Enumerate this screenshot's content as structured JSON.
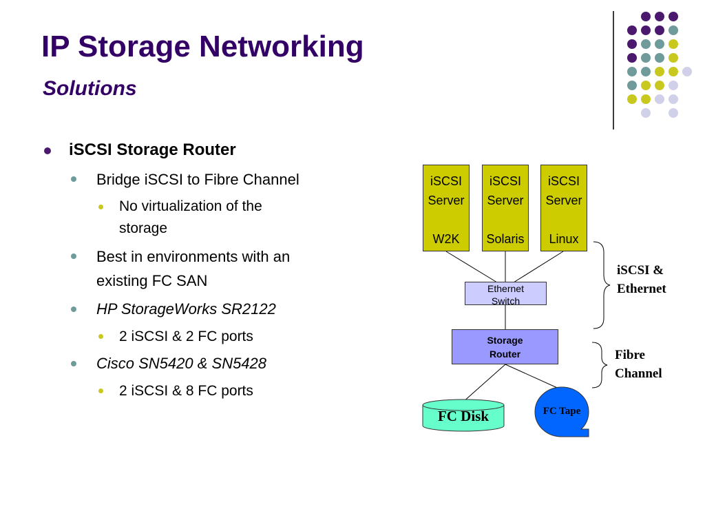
{
  "slide": {
    "title": "IP Storage Networking",
    "subtitle": "Solutions"
  },
  "bullets": {
    "l1_router": "iSCSI Storage Router",
    "l2_bridge": "Bridge iSCSI to Fibre Channel",
    "l3_novirt_a": "No virtualization of the",
    "l3_novirt_b": "storage",
    "l2_best_a": "Best in environments with an",
    "l2_best_b": "existing FC SAN",
    "l2_hp": "HP StorageWorks SR2122",
    "l3_hp_ports": "2 iSCSI & 2 FC ports",
    "l2_cisco": "Cisco SN5420 & SN5428",
    "l3_cisco_ports": "2 iSCSI & 8 FC ports"
  },
  "diagram": {
    "servers": [
      {
        "line1": "iSCSI",
        "line2": "Server",
        "os": "W2K"
      },
      {
        "line1": "iSCSI",
        "line2": "Server",
        "os": "Solaris"
      },
      {
        "line1": "iSCSI",
        "line2": "Server",
        "os": "Linux"
      }
    ],
    "switch_line1": "Ethernet",
    "switch_line2": "Switch",
    "router_line1": "Storage",
    "router_line2": "Router",
    "brace_ethernet_line1": "iSCSI &",
    "brace_ethernet_line2": "Ethernet",
    "brace_fc_line1": "Fibre",
    "brace_fc_line2": "Channel",
    "fc_disk": "FC Disk",
    "fc_tape": "FC Tape"
  },
  "colors": {
    "title": "#330066",
    "server": "#cccc00",
    "switch": "#ccccff",
    "router": "#9999ff",
    "disk": "#66ffcc",
    "tape": "#0066ff",
    "dot_purple": "#4b1a6e",
    "dot_teal": "#6f9b9b",
    "dot_yellow": "#c8c81e",
    "dot_lavender": "#d0d0e8"
  }
}
